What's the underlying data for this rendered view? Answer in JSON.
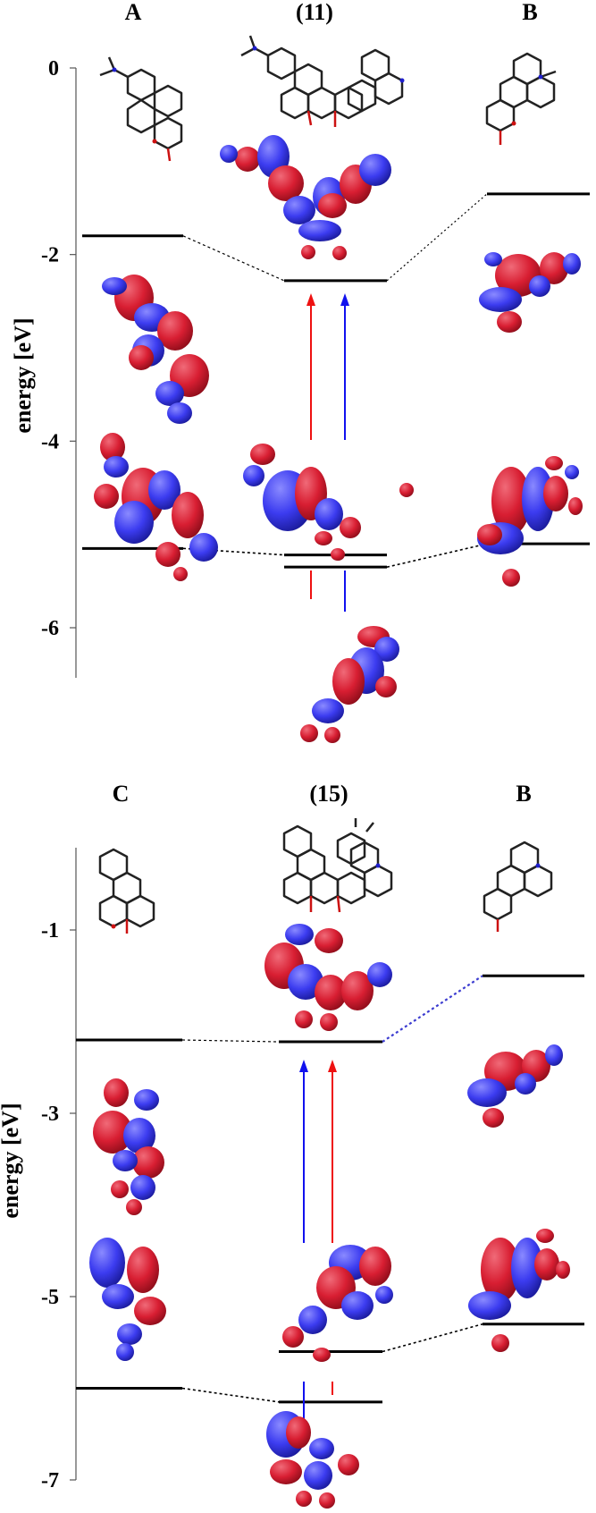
{
  "colors": {
    "red_lobe": "#d81e32",
    "blue_lobe": "#3c3cf0",
    "red_arrow": "#ee1111",
    "blue_arrow": "#1111ee",
    "level": "#000000"
  },
  "panels": [
    {
      "headers": {
        "left": "A",
        "middle": "(11)",
        "right": "B"
      },
      "y_label": "energy [eV]",
      "ticks": [
        {
          "label": "0",
          "value": 0
        },
        {
          "label": "-2",
          "value": -2
        },
        {
          "label": "-4",
          "value": -4
        },
        {
          "label": "-6",
          "value": -6
        }
      ],
      "levels": {
        "left_lumo": -1.8,
        "left_homo": -5.15,
        "mid_lumo": -2.28,
        "mid_homo": -5.22,
        "mid_homo_minus_1": -5.35,
        "right_lumo": -1.35,
        "right_homo": -5.1
      }
    },
    {
      "headers": {
        "left": "C",
        "middle": "(15)",
        "right": "B"
      },
      "y_label": "energy [eV]",
      "ticks": [
        {
          "label": "-1",
          "value": -1
        },
        {
          "label": "-3",
          "value": -3
        },
        {
          "label": "-5",
          "value": -5
        },
        {
          "label": "-7",
          "value": -7
        }
      ],
      "levels": {
        "left_lumo": -2.2,
        "left_homo": -6.0,
        "mid_lumo": -2.22,
        "mid_homo": -5.6,
        "mid_homo_minus_1": -6.15,
        "right_lumo": -1.5,
        "right_homo": -5.3
      }
    }
  ]
}
